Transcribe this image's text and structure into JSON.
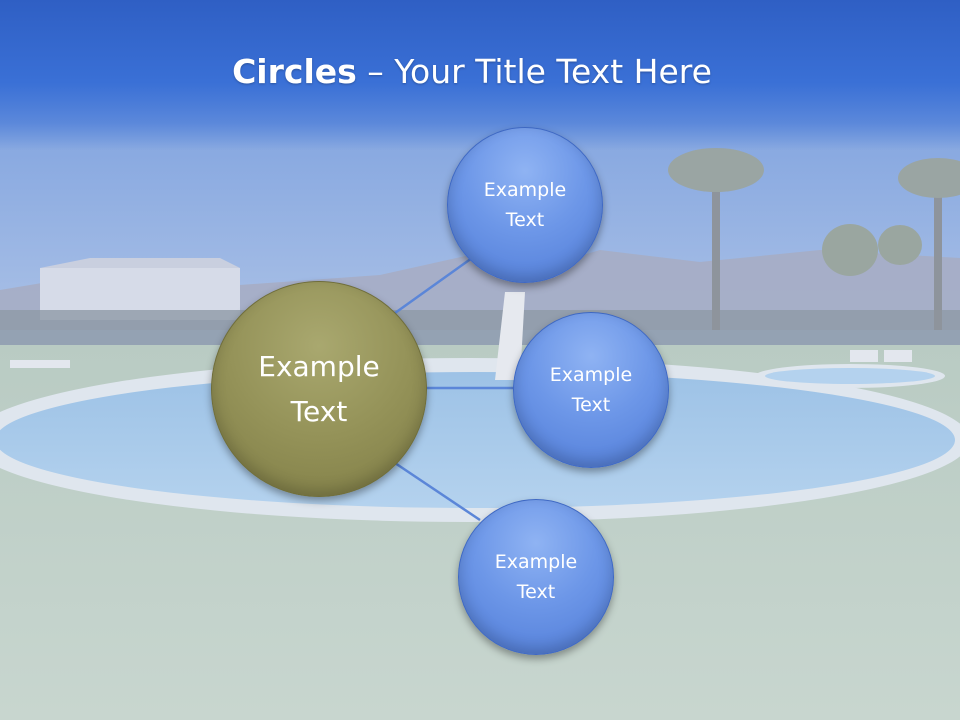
{
  "title": {
    "bold_part": "Circles",
    "rest": " – Your Title Text Here"
  },
  "colors": {
    "title_bar": "#3a70d6",
    "small_circle": "#6d97e8",
    "big_circle": "#949258",
    "connector": "#5b86d8"
  },
  "diagram": {
    "center": {
      "label": "Example\nText"
    },
    "nodes": [
      {
        "label": "Example\nText"
      },
      {
        "label": "Example\nText"
      },
      {
        "label": "Example\nText"
      }
    ]
  }
}
